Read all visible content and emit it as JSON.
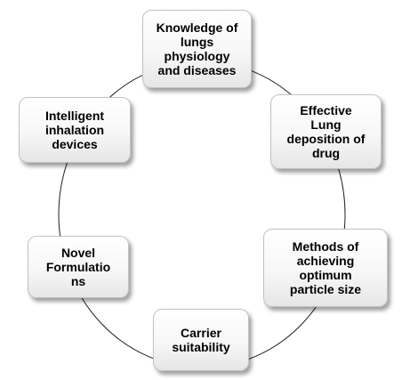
{
  "diagram": {
    "type": "cycle",
    "nodes": [
      {
        "id": "n1",
        "label": "Knowledge of\nlungs\nphysiology\nand diseases"
      },
      {
        "id": "n2",
        "label": "Effective\nLung\ndeposition of\ndrug"
      },
      {
        "id": "n3",
        "label": "Methods of\nachieving\noptimum\nparticle size"
      },
      {
        "id": "n4",
        "label": "Carrier\nsuitability"
      },
      {
        "id": "n5",
        "label": "Novel\nFormulatio\nns"
      },
      {
        "id": "n6",
        "label": "Intelligent\ninhalation\ndevices"
      }
    ]
  },
  "colors": {
    "ring_stroke": "#222222",
    "box_border": "#c2c2c2",
    "text": "#000000"
  }
}
